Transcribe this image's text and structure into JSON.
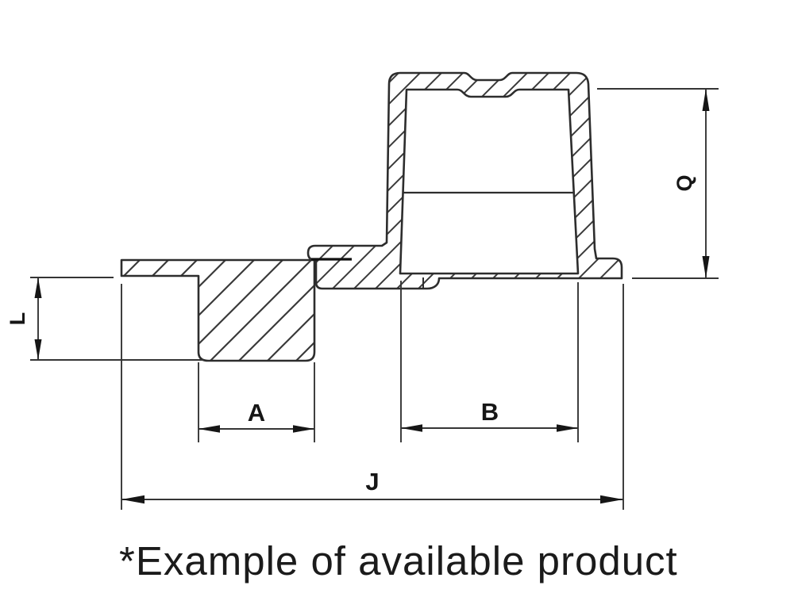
{
  "drawing": {
    "kind": "technical cross-section drawing",
    "parts": [
      {
        "name": "flange-block",
        "style": "hatched cross-section"
      },
      {
        "name": "cap-with-feet",
        "style": "hatched cross-section"
      }
    ]
  },
  "dims": [
    {
      "id": "L",
      "label": "L",
      "axis": "vertical"
    },
    {
      "id": "Q",
      "label": "Q",
      "axis": "vertical"
    },
    {
      "id": "A",
      "label": "A",
      "axis": "horizontal"
    },
    {
      "id": "B",
      "label": "B",
      "axis": "horizontal"
    },
    {
      "id": "J",
      "label": "J",
      "axis": "horizontal"
    }
  ],
  "caption": {
    "text": "*Example of available product"
  },
  "colors": {
    "outline": "#2d2d2d",
    "hatch": "#3a3a3a",
    "dimension_lines": "#353535",
    "labels": "#161616",
    "background": "#ffffff"
  }
}
